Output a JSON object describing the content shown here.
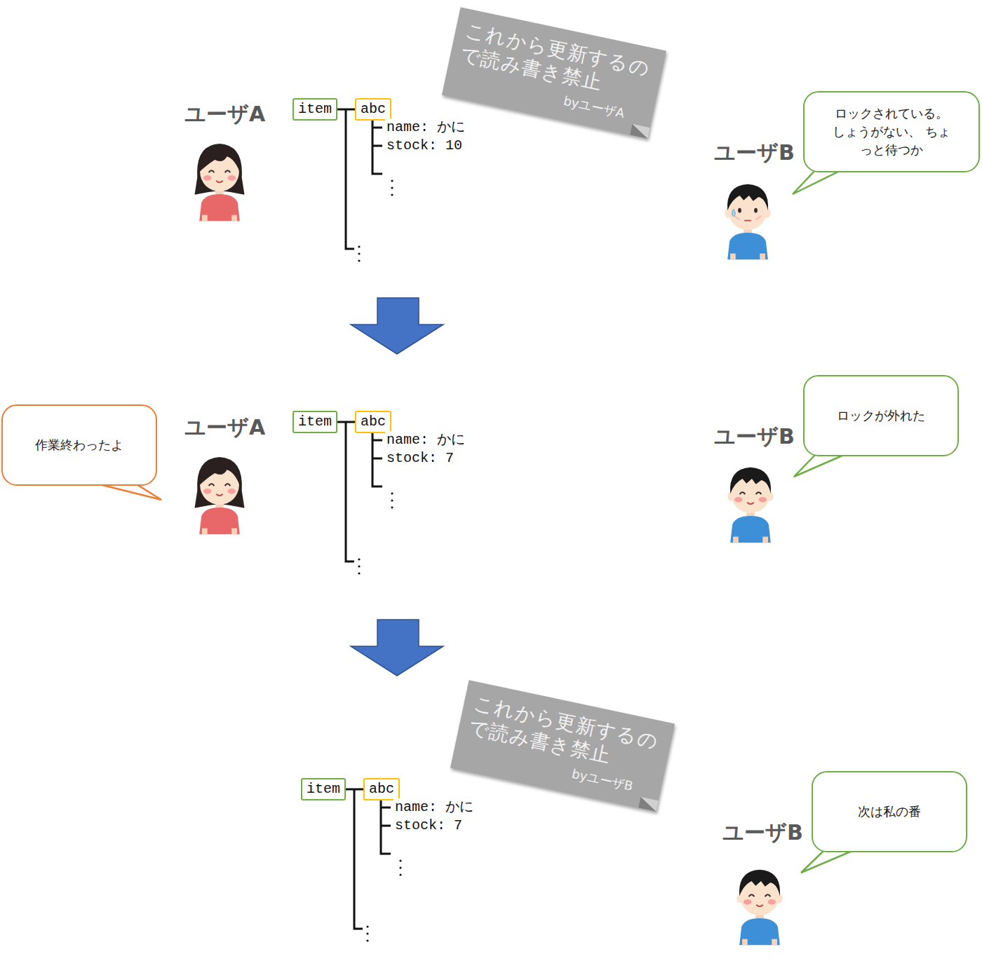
{
  "diagram": {
    "nodes": [
      {
        "text": [
          "これから更新するの で読み書き禁止",
          "byユーザA"
        ]
      },
      {
        "text": [
          "item"
        ]
      },
      {
        "text": [
          "abc"
        ]
      },
      {
        "text": [
          "ロックされている。 しょうがない、 ちょっと待つか"
        ]
      },
      {
        "text": [
          "作業終わったよ"
        ]
      },
      {
        "text": [
          "item"
        ]
      },
      {
        "text": [
          "abc"
        ]
      },
      {
        "text": [
          "ロックが外れた"
        ]
      },
      {
        "text": [
          "これから更新するの で読み書き禁止",
          "byユーザB"
        ]
      },
      {
        "text": [
          "item"
        ]
      },
      {
        "text": [
          "abc"
        ]
      },
      {
        "text": [
          "次は私の番"
        ]
      }
    ],
    "edges": [
      {
        "from": 1,
        "to": 2,
        "arrow": "none"
      },
      {
        "from": 5,
        "to": 6,
        "arrow": "none"
      },
      {
        "from": 9,
        "to": 10,
        "arrow": "none"
      }
    ],
    "labels": [
      "ユーザA",
      "name: かに",
      "stock: 10",
      "ユーザB",
      "ユーザA",
      "name: かに",
      "stock: 7",
      "ユーザB",
      "name: かに",
      "stock: 7",
      "ユーザB"
    ]
  }
}
